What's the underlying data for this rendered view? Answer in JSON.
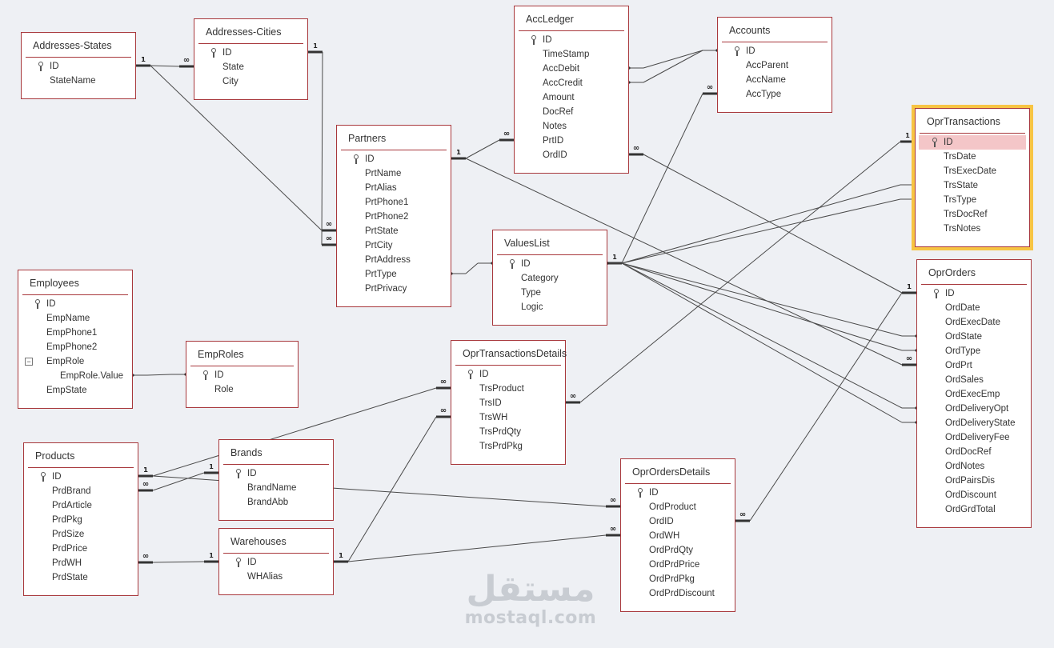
{
  "tables": [
    {
      "id": "addresses-states",
      "title": "Addresses-States",
      "fields": [
        {
          "name": "ID",
          "key": true
        },
        {
          "name": "StateName"
        }
      ]
    },
    {
      "id": "addresses-cities",
      "title": "Addresses-Cities",
      "fields": [
        {
          "name": "ID",
          "key": true
        },
        {
          "name": "State"
        },
        {
          "name": "City"
        }
      ]
    },
    {
      "id": "accledger",
      "title": "AccLedger",
      "fields": [
        {
          "name": "ID",
          "key": true
        },
        {
          "name": "TimeStamp"
        },
        {
          "name": "AccDebit"
        },
        {
          "name": "AccCredit"
        },
        {
          "name": "Amount"
        },
        {
          "name": "DocRef"
        },
        {
          "name": "Notes"
        },
        {
          "name": "PrtID"
        },
        {
          "name": "OrdID"
        }
      ]
    },
    {
      "id": "accounts",
      "title": "Accounts",
      "fields": [
        {
          "name": "ID",
          "key": true
        },
        {
          "name": "AccParent"
        },
        {
          "name": "AccName"
        },
        {
          "name": "AccType"
        }
      ]
    },
    {
      "id": "oprtransactions",
      "title": "OprTransactions",
      "selected": true,
      "fields": [
        {
          "name": "ID",
          "key": true,
          "highlight": true
        },
        {
          "name": "TrsDate"
        },
        {
          "name": "TrsExecDate"
        },
        {
          "name": "TrsState"
        },
        {
          "name": "TrsType"
        },
        {
          "name": "TrsDocRef"
        },
        {
          "name": "TrsNotes"
        }
      ]
    },
    {
      "id": "partners",
      "title": "Partners",
      "fields": [
        {
          "name": "ID",
          "key": true
        },
        {
          "name": "PrtName"
        },
        {
          "name": "PrtAlias"
        },
        {
          "name": "PrtPhone1"
        },
        {
          "name": "PrtPhone2"
        },
        {
          "name": "PrtState"
        },
        {
          "name": "PrtCity"
        },
        {
          "name": "PrtAddress"
        },
        {
          "name": "PrtType"
        },
        {
          "name": "PrtPrivacy"
        }
      ]
    },
    {
      "id": "valueslist",
      "title": "ValuesList",
      "fields": [
        {
          "name": "ID",
          "key": true
        },
        {
          "name": "Category"
        },
        {
          "name": "Type"
        },
        {
          "name": "Logic"
        }
      ]
    },
    {
      "id": "employees",
      "title": "Employees",
      "fields": [
        {
          "name": "ID",
          "key": true
        },
        {
          "name": "EmpName"
        },
        {
          "name": "EmpPhone1"
        },
        {
          "name": "EmpPhone2"
        },
        {
          "name": "EmpRole",
          "expander": "−"
        },
        {
          "name": "EmpRole.Value",
          "sub": true
        },
        {
          "name": "EmpState"
        }
      ]
    },
    {
      "id": "emproles",
      "title": "EmpRoles",
      "fields": [
        {
          "name": "ID",
          "key": true
        },
        {
          "name": "Role"
        }
      ]
    },
    {
      "id": "oprtransactionsdetails",
      "title": "OprTransactionsDetails",
      "fields": [
        {
          "name": "ID",
          "key": true
        },
        {
          "name": "TrsProduct"
        },
        {
          "name": "TrsID"
        },
        {
          "name": "TrsWH"
        },
        {
          "name": "TrsPrdQty"
        },
        {
          "name": "TrsPrdPkg"
        }
      ]
    },
    {
      "id": "oprorders",
      "title": "OprOrders",
      "fields": [
        {
          "name": "ID",
          "key": true
        },
        {
          "name": "OrdDate"
        },
        {
          "name": "OrdExecDate"
        },
        {
          "name": "OrdState"
        },
        {
          "name": "OrdType"
        },
        {
          "name": "OrdPrt"
        },
        {
          "name": "OrdSales"
        },
        {
          "name": "OrdExecEmp"
        },
        {
          "name": "OrdDeliveryOpt"
        },
        {
          "name": "OrdDeliveryState"
        },
        {
          "name": "OrdDeliveryFee"
        },
        {
          "name": "OrdDocRef"
        },
        {
          "name": "OrdNotes"
        },
        {
          "name": "OrdPairsDis"
        },
        {
          "name": "OrdDiscount"
        },
        {
          "name": "OrdGrdTotal"
        }
      ]
    },
    {
      "id": "products",
      "title": "Products",
      "fields": [
        {
          "name": "ID",
          "key": true
        },
        {
          "name": "PrdBrand"
        },
        {
          "name": "PrdArticle"
        },
        {
          "name": "PrdPkg"
        },
        {
          "name": "PrdSize"
        },
        {
          "name": "PrdPrice"
        },
        {
          "name": "PrdWH"
        },
        {
          "name": "PrdState"
        }
      ]
    },
    {
      "id": "brands",
      "title": "Brands",
      "fields": [
        {
          "name": "ID",
          "key": true
        },
        {
          "name": "BrandName"
        },
        {
          "name": "BrandAbb"
        }
      ]
    },
    {
      "id": "warehouses",
      "title": "Warehouses",
      "fields": [
        {
          "name": "ID",
          "key": true
        },
        {
          "name": "WHAlias"
        }
      ]
    },
    {
      "id": "oprordersdetails",
      "title": "OprOrdersDetails",
      "fields": [
        {
          "name": "ID",
          "key": true
        },
        {
          "name": "OrdProduct"
        },
        {
          "name": "OrdID"
        },
        {
          "name": "OrdWH"
        },
        {
          "name": "OrdPrdQty"
        },
        {
          "name": "OrdPrdPrice"
        },
        {
          "name": "OrdPrdPkg"
        },
        {
          "name": "OrdPrdDiscount"
        }
      ]
    }
  ],
  "relationships": [
    {
      "from": "addresses-states.ID",
      "to": "addresses-cities.State",
      "from_card": "1",
      "to_card": "∞"
    },
    {
      "from": "addresses-states.ID",
      "to": "partners.PrtState",
      "from_card": "1",
      "to_card": "∞"
    },
    {
      "from": "addresses-cities.ID",
      "to": "partners.PrtCity",
      "from_card": "1",
      "to_card": "∞"
    },
    {
      "from": "partners.ID",
      "to": "accledger.PrtID",
      "from_card": "1",
      "to_card": "∞"
    },
    {
      "from": "partners.ID",
      "to": "oprorders.OrdPrt",
      "from_card": "1",
      "to_card": "∞"
    },
    {
      "from": "accounts.ID",
      "to": "accledger.AccDebit",
      "from_card": "",
      "to_card": ""
    },
    {
      "from": "accounts.ID",
      "to": "accledger.AccCredit",
      "from_card": "",
      "to_card": ""
    },
    {
      "from": "oprorders.ID",
      "to": "accledger.OrdID",
      "from_card": "1",
      "to_card": "∞"
    },
    {
      "from": "valueslist.ID",
      "to": "accounts.AccType",
      "from_card": "1",
      "to_card": "∞"
    },
    {
      "from": "valueslist.ID",
      "to": "partners.PrtType",
      "from_card": "",
      "to_card": ""
    },
    {
      "from": "valueslist.ID",
      "to": "oprtransactions.TrsState",
      "from_card": "",
      "to_card": ""
    },
    {
      "from": "valueslist.ID",
      "to": "oprtransactions.TrsType",
      "from_card": "",
      "to_card": ""
    },
    {
      "from": "valueslist.ID",
      "to": "oprorders.OrdState",
      "from_card": "",
      "to_card": ""
    },
    {
      "from": "valueslist.ID",
      "to": "oprorders.OrdType",
      "from_card": "",
      "to_card": ""
    },
    {
      "from": "valueslist.ID",
      "to": "oprorders.OrdDeliveryOpt",
      "from_card": "",
      "to_card": ""
    },
    {
      "from": "valueslist.ID",
      "to": "oprorders.OrdDeliveryState",
      "from_card": "",
      "to_card": ""
    },
    {
      "from": "emproles.ID",
      "to": "employees.EmpRole.Value",
      "from_card": "",
      "to_card": ""
    },
    {
      "from": "oprtransactions.ID",
      "to": "oprtransactionsdetails.TrsID",
      "from_card": "1",
      "to_card": "∞"
    },
    {
      "from": "products.ID",
      "to": "oprtransactionsdetails.TrsProduct",
      "from_card": "1",
      "to_card": "∞"
    },
    {
      "from": "products.ID",
      "to": "oprordersdetails.OrdProduct",
      "from_card": "1",
      "to_card": "∞"
    },
    {
      "from": "brands.ID",
      "to": "products.PrdBrand",
      "from_card": "1",
      "to_card": "∞"
    },
    {
      "from": "warehouses.ID",
      "to": "products.PrdWH",
      "from_card": "1",
      "to_card": "∞"
    },
    {
      "from": "warehouses.ID",
      "to": "oprtransactionsdetails.TrsWH",
      "from_card": "1",
      "to_card": "∞"
    },
    {
      "from": "warehouses.ID",
      "to": "oprordersdetails.OrdWH",
      "from_card": "1",
      "to_card": "∞"
    },
    {
      "from": "oprorders.ID",
      "to": "oprordersdetails.OrdID",
      "from_card": "1",
      "to_card": "∞"
    }
  ],
  "watermark": {
    "arabic": "مستقل",
    "latin": "mostaql.com"
  }
}
